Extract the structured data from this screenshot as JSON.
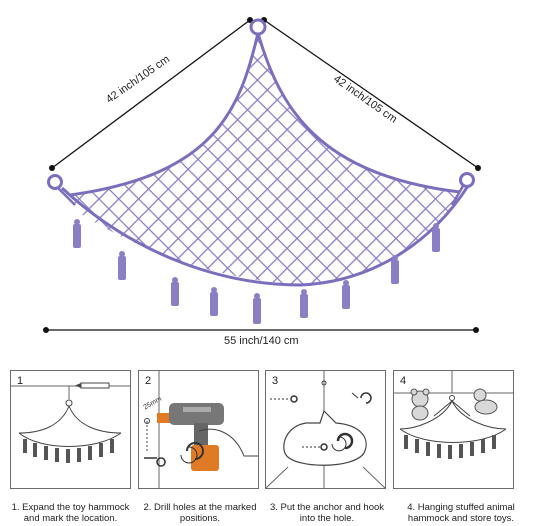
{
  "dimensions": {
    "left_side": "42 inch/105 cm",
    "right_side": "42 inch/105 cm",
    "width": "55 inch/140 cm"
  },
  "steps": [
    {
      "number": "1",
      "line1": "1. Expand the toy hammock",
      "line2": "and mark the location."
    },
    {
      "number": "2",
      "line1": "2. Drill holes at the marked",
      "line2": "positions.",
      "drill_size": "25mm"
    },
    {
      "number": "3",
      "line1": "3. Put the anchor and hook",
      "line2": "into the hole."
    },
    {
      "number": "4",
      "line1": "4. Hanging stuffed animal",
      "line2": "hammock and store toys."
    }
  ],
  "colors": {
    "net": "#8a7fc4",
    "net_dark": "#6f64ad",
    "line": "#111111",
    "panel_border": "#6b6b6b",
    "drill_orange": "#e07a24"
  }
}
